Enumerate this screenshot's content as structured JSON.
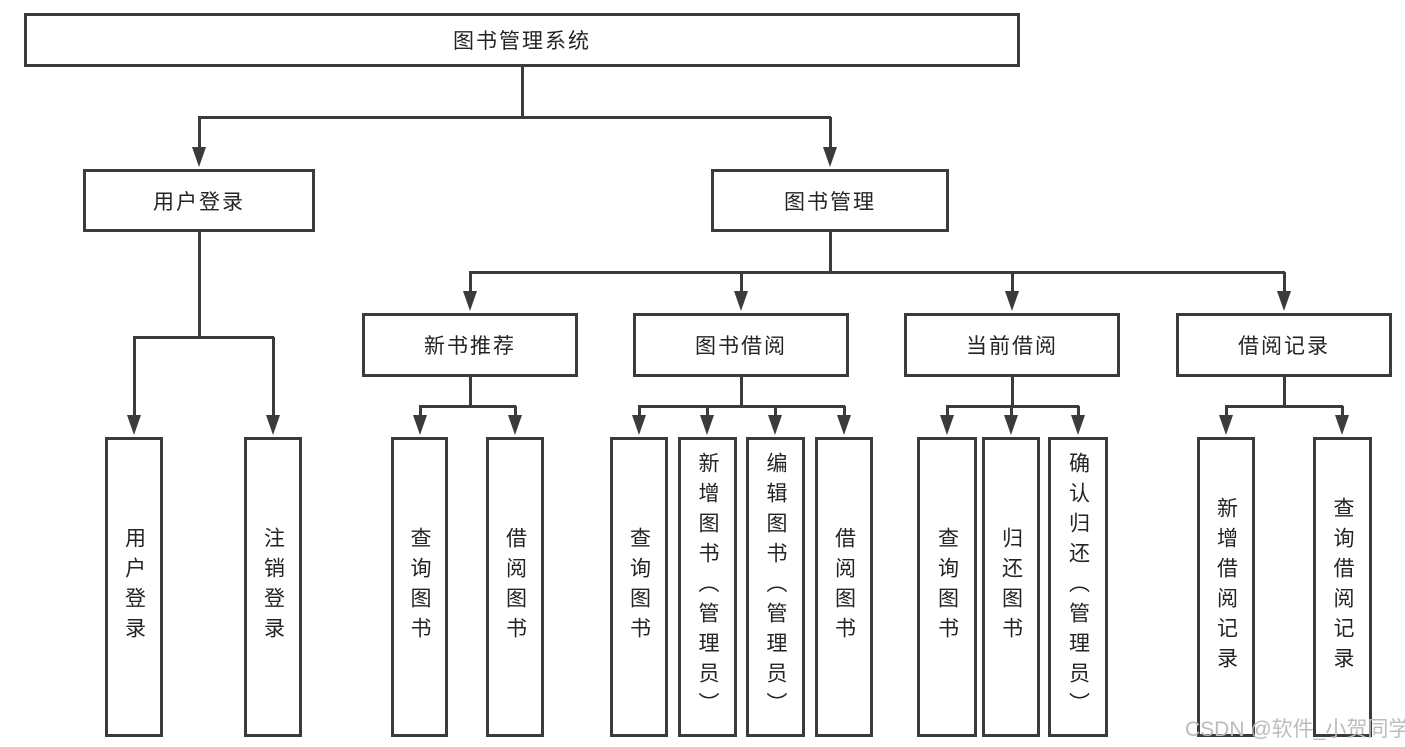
{
  "tree": {
    "label": "图书管理系统",
    "children": [
      {
        "label": "用户登录",
        "children": [
          {
            "label": "用户登录"
          },
          {
            "label": "注销登录"
          }
        ]
      },
      {
        "label": "图书管理",
        "children": [
          {
            "label": "新书推荐",
            "children": [
              {
                "label": "查询图书"
              },
              {
                "label": "借阅图书"
              }
            ]
          },
          {
            "label": "图书借阅",
            "children": [
              {
                "label": "查询图书"
              },
              {
                "label": "新增图书（管理员）"
              },
              {
                "label": "编辑图书（管理员）"
              },
              {
                "label": "借阅图书"
              }
            ]
          },
          {
            "label": "当前借阅",
            "children": [
              {
                "label": "查询图书"
              },
              {
                "label": "归还图书"
              },
              {
                "label": "确认归还（管理员）"
              }
            ]
          },
          {
            "label": "借阅记录",
            "children": [
              {
                "label": "新增借阅记录"
              },
              {
                "label": "查询借阅记录"
              }
            ]
          }
        ]
      }
    ]
  },
  "watermark": "CSDN @软件_小贺同学",
  "colors": {
    "line": "#3b3b3b",
    "box_border": "#3b3b3b",
    "text": "#242424",
    "watermark": "#bdbcbc",
    "background": "#ffffff"
  }
}
